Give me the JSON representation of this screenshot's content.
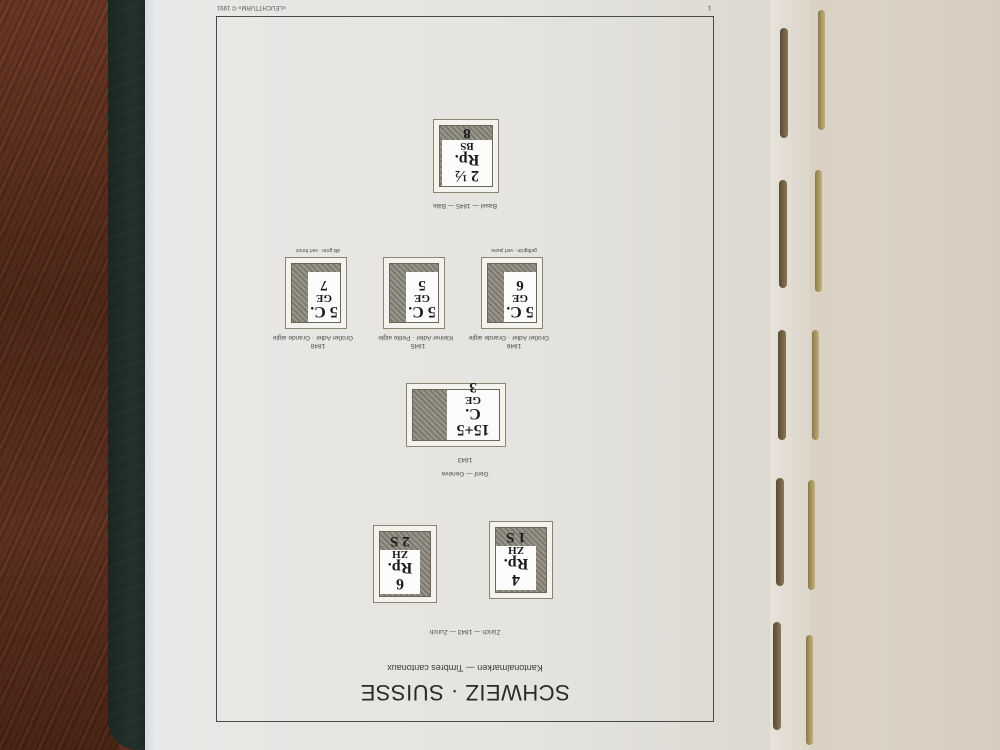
{
  "scene": {
    "description": "Photo of a Leuchtturm stamp album page, photographed upside down",
    "colors": {
      "page": "#e6e5e1",
      "binder": "#1f2b27",
      "wood": "#5a2f20",
      "frame": "#4a4a48"
    }
  },
  "page": {
    "title": "SCHWEIZ · SUISSE",
    "subtitle": "Kantonalmarken — Timbres cantonaux",
    "credit": "«LEUCHTTURM» © 1991",
    "page_number": "1",
    "sections": [
      {
        "caption": "Zürich — 1843 — Zurich",
        "stamps": [
          {
            "value": "4 Rp.",
            "canton": "ZH",
            "number": "1 S"
          },
          {
            "value": "6 Rp.",
            "canton": "ZH",
            "number": "2 S"
          }
        ]
      },
      {
        "caption": "Genf — Genève",
        "year": "1843",
        "stamps": [
          {
            "value": "15+5 C.",
            "canton": "GE",
            "number": "3"
          }
        ]
      },
      {
        "stamps": [
          {
            "year": "1845",
            "desc": "Kleiner Adler · Petite aigle",
            "value": "5 C.",
            "canton": "GE",
            "number": "5"
          },
          {
            "year": "1846",
            "desc": "Großer Adler · Grande aigle",
            "note": "gelbgrün · vert jaune",
            "value": "5 C.",
            "canton": "GE",
            "number": "6"
          },
          {
            "year": "1848",
            "desc": "Großer Adler · Grande aigle",
            "note": "dkl.grün · vert foncé",
            "value": "5 C.",
            "canton": "GE",
            "number": "7"
          }
        ]
      },
      {
        "caption": "Basel — 1845 — Bâle",
        "stamps": [
          {
            "value": "2 ½ Rp.",
            "canton": "BS",
            "number": "8"
          }
        ]
      }
    ]
  }
}
